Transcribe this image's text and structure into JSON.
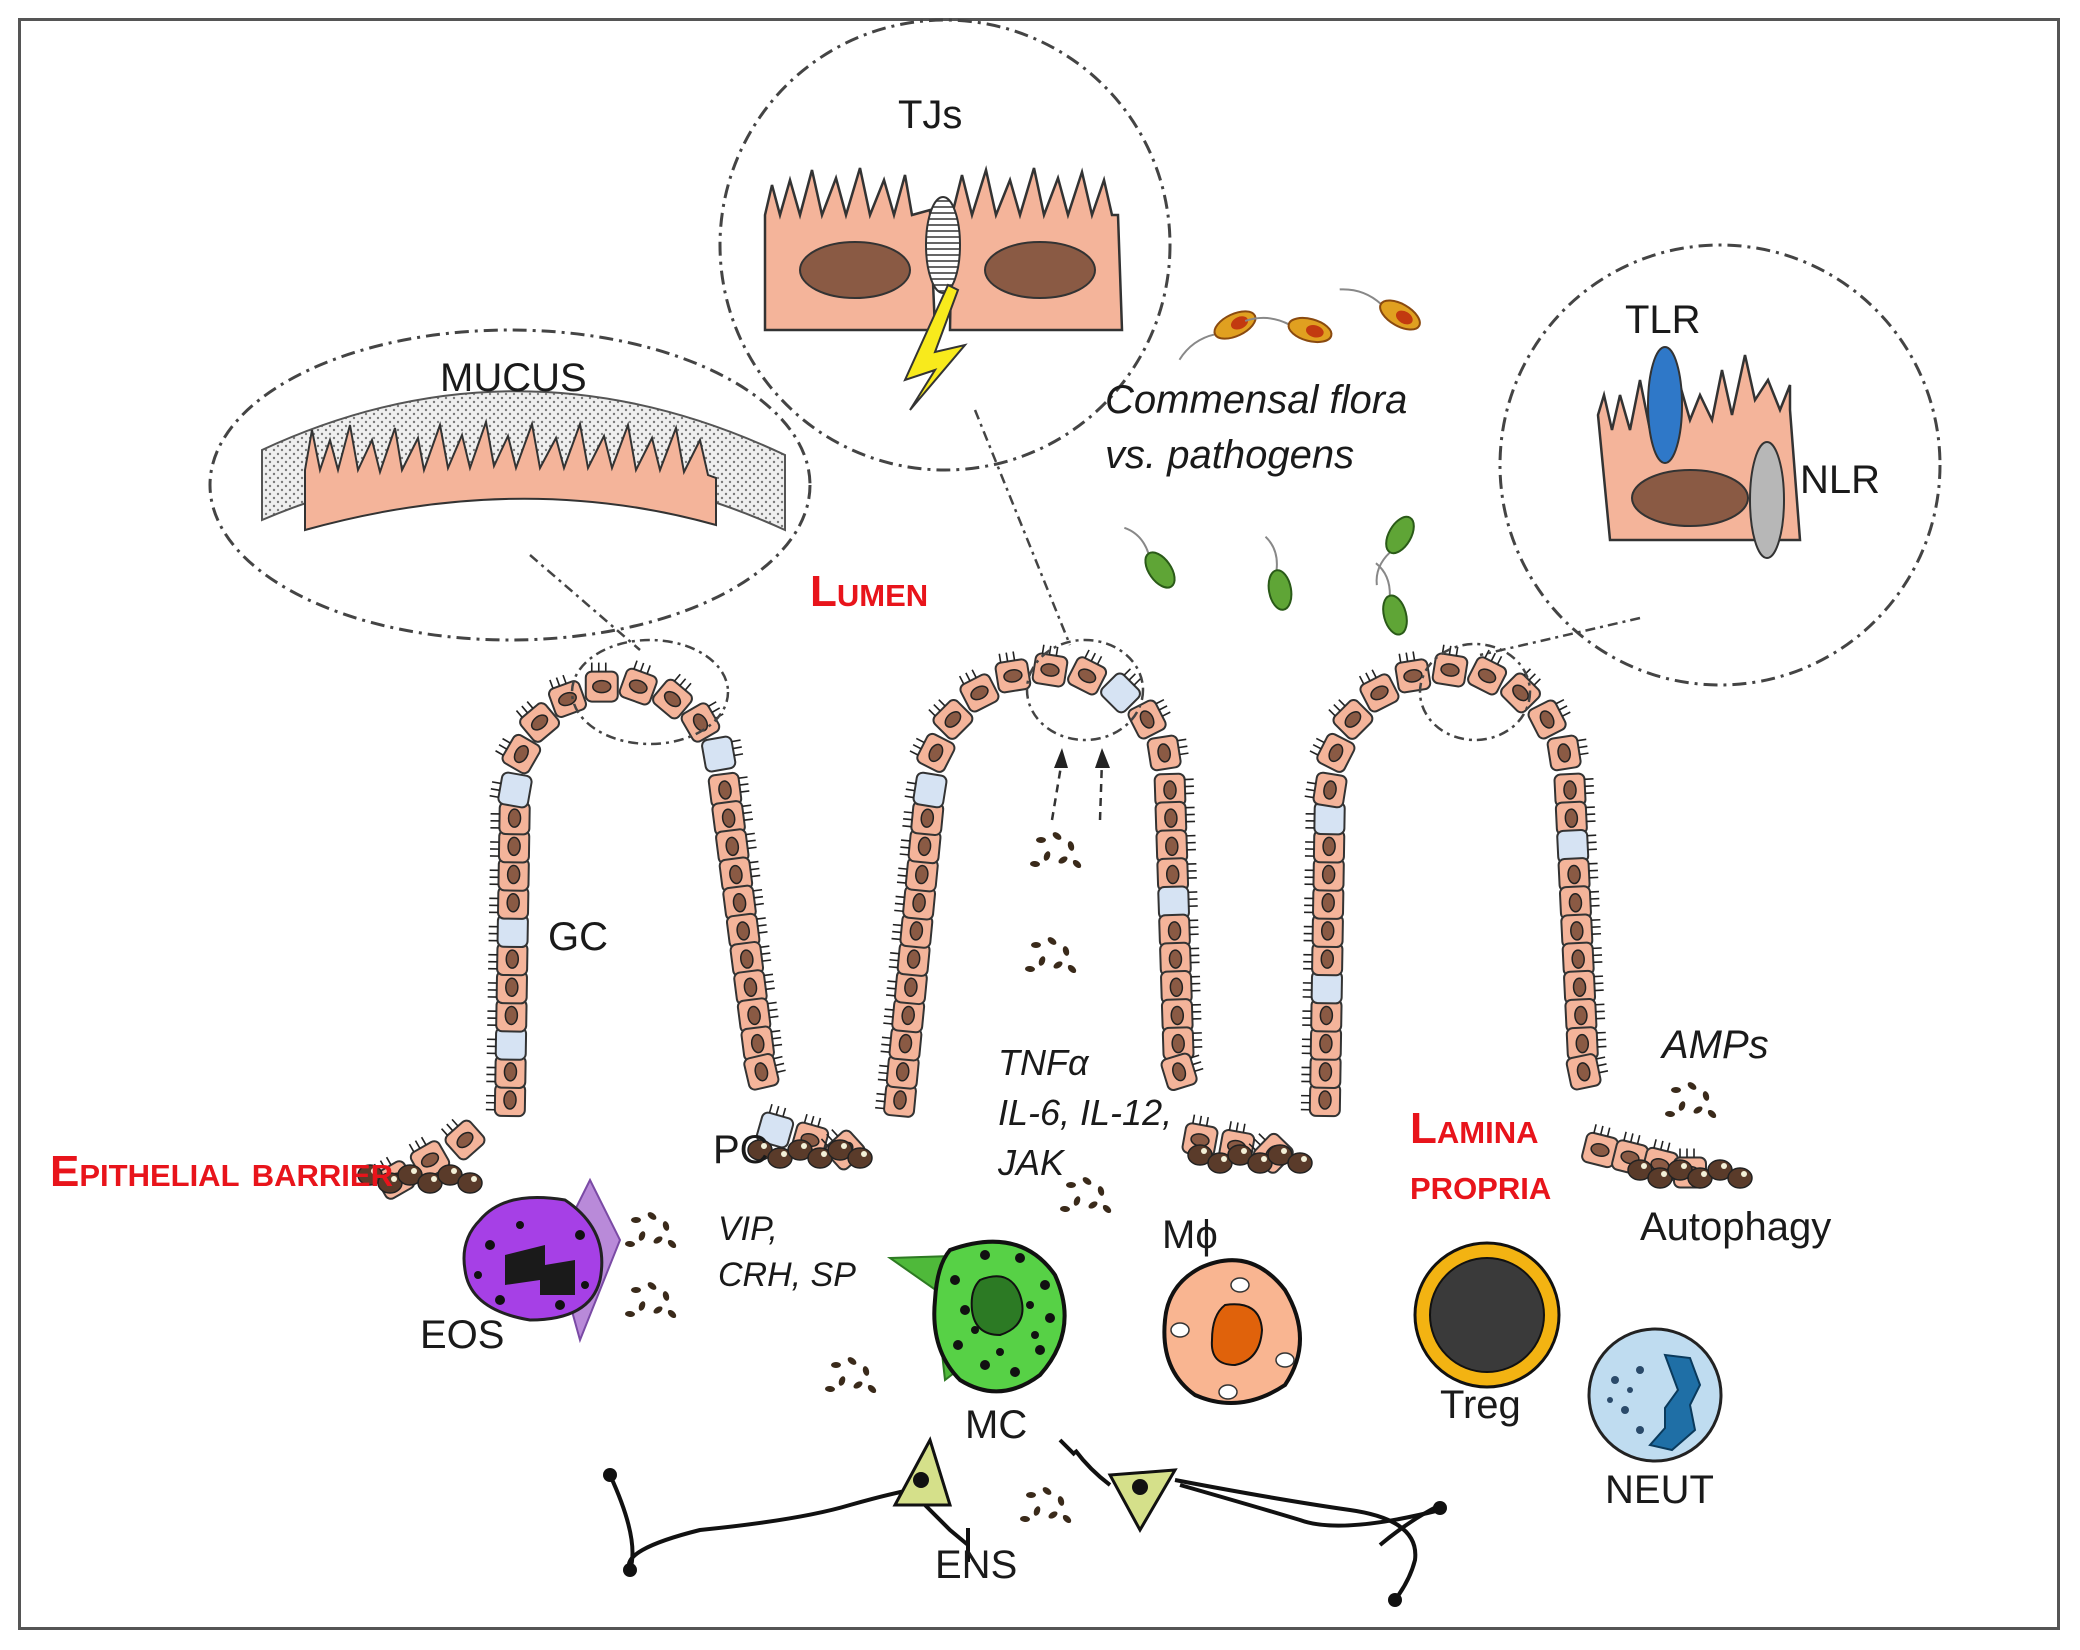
{
  "labels": {
    "tjs": "TJs",
    "mucus": "MUCUS",
    "commensal_line1": "Commensal flora",
    "commensal_line2": "vs. pathogens",
    "tlr": "TLR",
    "nlr": "NLR",
    "lumen": "Lumen",
    "gc": "GC",
    "pc": "PC",
    "epithelial_barrier": "Epithelial barrier",
    "lamina_line1": "Lamina",
    "lamina_line2": "propria",
    "tnf": "TNFα",
    "il": "IL-6, IL-12,",
    "jak": "JAK",
    "vip": "VIP,",
    "crh": "CRH, SP",
    "amps": "AMPs",
    "autophagy": "Autophagy",
    "eos": "EOS",
    "mc": "MC",
    "mphi": "Mϕ",
    "treg": "Treg",
    "neut": "NEUT",
    "ens": "ENS"
  },
  "colors": {
    "cell_fill": "#f4b49a",
    "nucleus": "#8a5a44",
    "goblet": "#d6e3f3",
    "label_red": "#e8141b",
    "eos": "#a640e6",
    "mc": "#57d146",
    "mphi": "#f9b591",
    "treg_ring": "#f3b312",
    "neut": "#bfdcf0",
    "tlr": "#2f78c8",
    "nlr": "#b7b7b7",
    "bolt": "#f8ea1c"
  }
}
